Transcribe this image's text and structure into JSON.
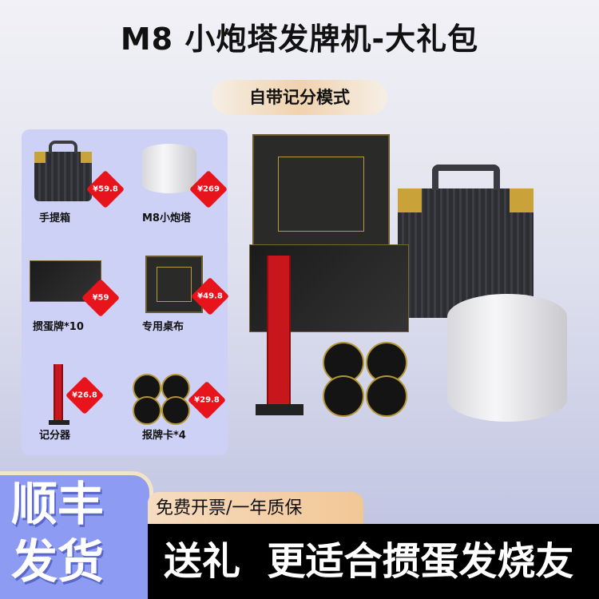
{
  "title": "M8 小炮塔发牌机-大礼包",
  "feature_pill": "自带记分模式",
  "items": [
    {
      "label": "手提箱",
      "price": "¥59.8",
      "icon": "suitcase"
    },
    {
      "label": "M8小炮塔",
      "price": "¥269",
      "icon": "card-dealer-tower"
    },
    {
      "label": "掼蛋牌*10",
      "price": "¥59",
      "icon": "playing-cards-box"
    },
    {
      "label": "专用桌布",
      "price": "¥49.8",
      "icon": "table-mat"
    },
    {
      "label": "记分器",
      "price": "¥26.8",
      "icon": "score-counter"
    },
    {
      "label": "报牌卡*4",
      "price": "¥29.8",
      "icon": "call-cards"
    }
  ],
  "shipping": {
    "line1": "顺丰",
    "line2": "发货"
  },
  "warranty": "免费开票/一年质保",
  "slogan": "送礼  更适合掼蛋发烧友",
  "colors": {
    "price_badge": "#e8141b",
    "panel": "#cdd1f6",
    "shipping_box": "#8e9bf2",
    "gold": "#c9a23a"
  }
}
